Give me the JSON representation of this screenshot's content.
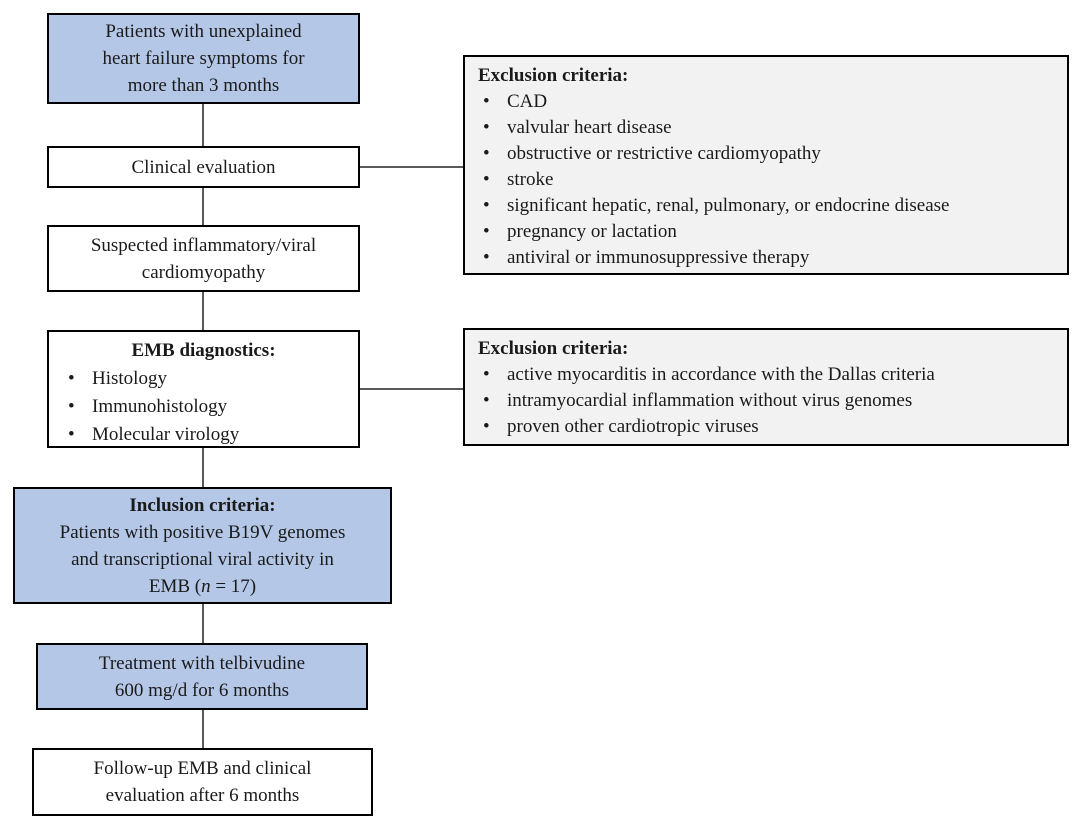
{
  "figure": {
    "type": "flowchart",
    "description": "Study enrollment flow diagram for telbivudine treatment of B19V-associated inflammatory cardiomyopathy"
  },
  "colors": {
    "box_blue": "#b4c7e7",
    "box_gray": "#f2f2f2",
    "box_white": "#ffffff",
    "border": "#000000",
    "connector": "#595959",
    "text": "#1a1a1a"
  },
  "boxes": {
    "patients": {
      "lines": [
        "Patients with unexplained",
        "heart failure symptoms for",
        "more than 3 months"
      ]
    },
    "clinical": {
      "label": "Clinical evaluation"
    },
    "suspected": {
      "lines": [
        "Suspected inflammatory/viral",
        "cardiomyopathy"
      ]
    },
    "emb": {
      "title": "EMB diagnostics:",
      "bullets": [
        "Histology",
        "Immunohistology",
        "Molecular virology"
      ]
    },
    "inclusion": {
      "title": "Inclusion criteria:",
      "lines": [
        "Patients with positive B19V genomes",
        "and transcriptional viral activity in"
      ],
      "n_line": {
        "pre": "EMB (",
        "italic": "n",
        "post": " = 17)"
      }
    },
    "treatment": {
      "lines": [
        "Treatment with telbivudine",
        "600 mg/d for 6 months"
      ]
    },
    "followup": {
      "lines": [
        "Follow-up EMB and clinical",
        "evaluation after 6 months"
      ]
    }
  },
  "exclusion1": {
    "title": "Exclusion criteria:",
    "bullets": [
      "CAD",
      "valvular heart disease",
      "obstructive or restrictive cardiomyopathy",
      "stroke",
      "significant hepatic, renal, pulmonary, or endocrine disease",
      "pregnancy or lactation",
      "antiviral or immunosuppressive therapy"
    ]
  },
  "exclusion2": {
    "title": "Exclusion criteria:",
    "bullets": [
      "active myocarditis in accordance with the Dallas criteria",
      "intramyocardial inflammation without virus genomes",
      "proven other cardiotropic viruses"
    ]
  }
}
